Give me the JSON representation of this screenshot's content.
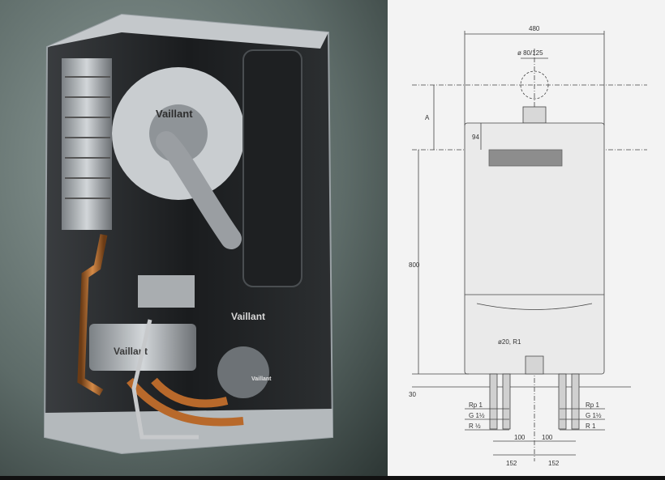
{
  "photo": {
    "brand_texts": [
      "Vaillant",
      "Vaillant",
      "Vaillant",
      "Vaillant"
    ],
    "colors": {
      "wall": "#6f7f7c",
      "copper": "#b87333",
      "casing": "#cfd3d6"
    }
  },
  "drawing": {
    "dim_width": "480",
    "dim_flue": "ø 80/125",
    "dim_a": "A",
    "dim_94": "94",
    "dim_height": "800",
    "dim_30": "30",
    "dim_drain": "ø20, R1",
    "conn_left": [
      "Rp 1",
      "G 1½",
      "R ½"
    ],
    "conn_right": [
      "Rp 1",
      "G 1½",
      "R 1"
    ],
    "spacing_100_left": "100",
    "spacing_100_right": "100",
    "spacing_152_left": "152",
    "spacing_152_right": "152"
  }
}
